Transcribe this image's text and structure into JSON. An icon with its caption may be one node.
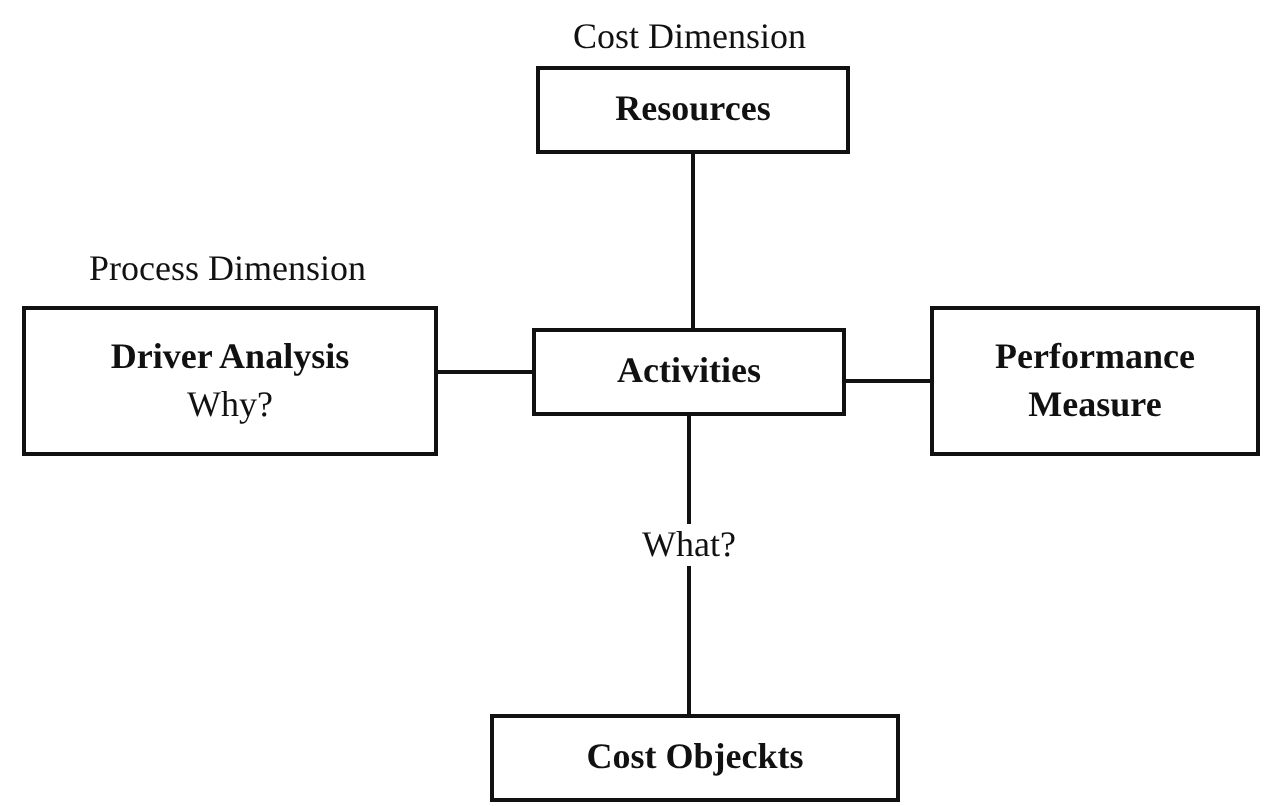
{
  "diagram": {
    "nodes": [
      {
        "text": [
          "Resources"
        ],
        "beside": [
          "Cost Dimension"
        ]
      },
      {
        "text": [
          "Driver Analysis",
          "Why?"
        ],
        "beside": [
          "Process Dimension"
        ]
      },
      {
        "text": [
          "Activities"
        ]
      },
      {
        "text": [
          "Performance Measure"
        ]
      },
      {
        "text": [
          "Cost Objeckts"
        ]
      }
    ],
    "edges": [
      {
        "from": 0,
        "to": 2,
        "arrow": "none"
      },
      {
        "from": 1,
        "to": 2,
        "arrow": "none"
      },
      {
        "from": 2,
        "to": 3,
        "arrow": "none"
      },
      {
        "from": 2,
        "to": 4,
        "arrow": "none",
        "label": "What?"
      }
    ]
  }
}
